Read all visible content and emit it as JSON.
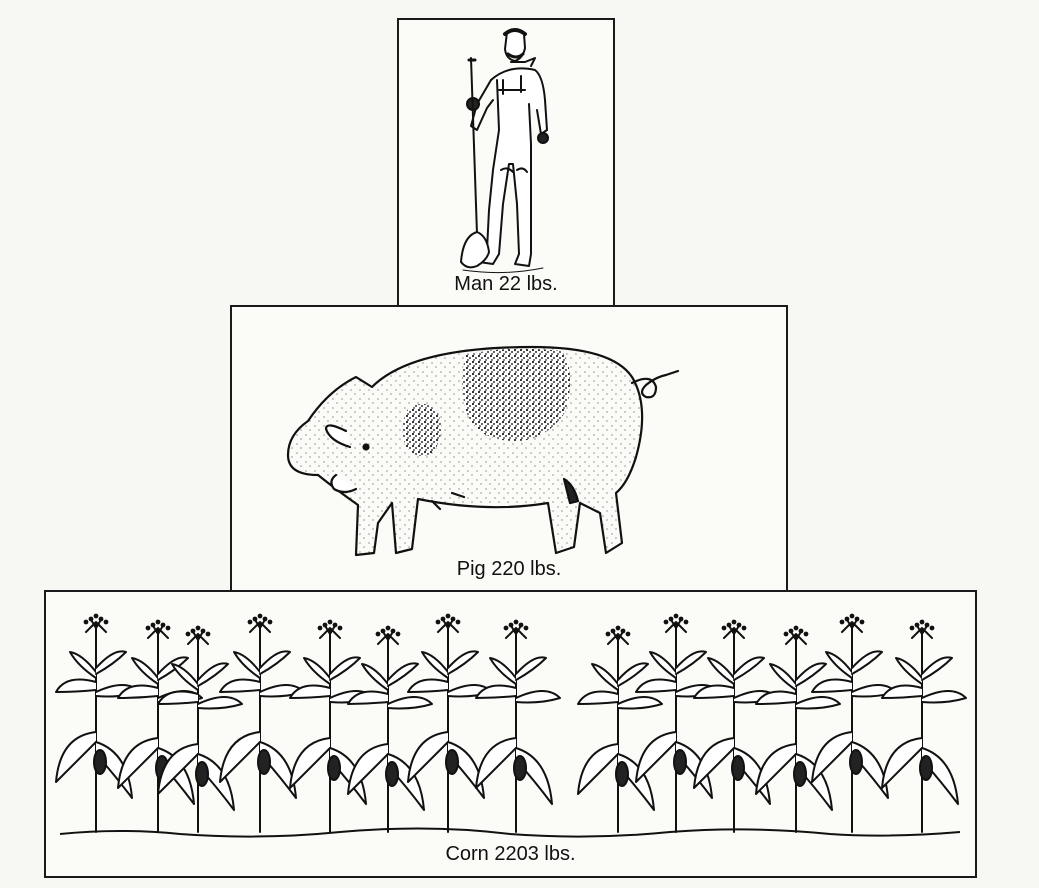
{
  "pyramid": {
    "levels": [
      {
        "organism": "man",
        "label": "Man  22 lbs.",
        "weight_lbs": 22
      },
      {
        "organism": "pig",
        "label": "Pig  220 lbs.",
        "weight_lbs": 220
      },
      {
        "organism": "corn",
        "label": "Corn  2203 lbs.",
        "weight_lbs": 2203
      }
    ]
  },
  "colors": {
    "ink": "#1a1a1a",
    "paper": "#f7f7f3"
  }
}
